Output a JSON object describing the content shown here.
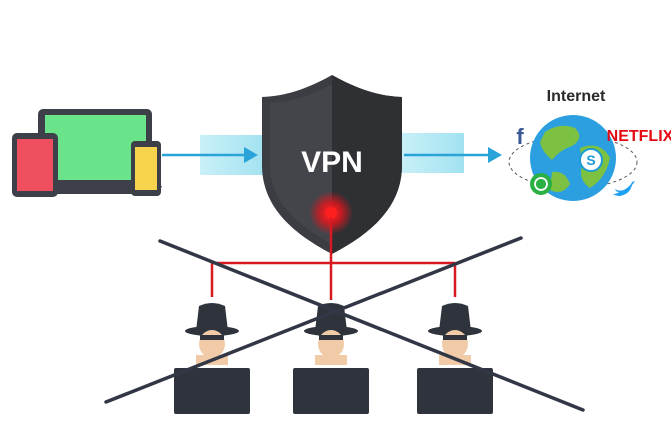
{
  "shield": {
    "label": "VPN"
  },
  "internet": {
    "label": "Internet",
    "services": {
      "facebook": "f",
      "netflix": "NETFLIX",
      "skype": "S"
    }
  },
  "icons": {
    "devices": [
      "laptop-icon",
      "tablet-icon",
      "phone-icon"
    ],
    "hackers": [
      "hacker-icon",
      "hacker-icon",
      "hacker-icon"
    ],
    "services": [
      "facebook-icon",
      "netflix-icon",
      "skype-icon",
      "whatsapp-icon",
      "twitter-icon"
    ]
  },
  "colors": {
    "tablet": "#ef4f5e",
    "laptop_screen": "#6be38a",
    "phone_screen": "#f7d44c",
    "device_frame": "#3d4048",
    "shield_dark": "#3b3d42",
    "shield_light": "#55585e",
    "tunnel": "#a9e6f2",
    "arrow": "#2aa3d9",
    "alert_red": "#e3161c",
    "cross": "#323745",
    "globe_ocean": "#2b9fe0",
    "globe_land": "#7cc142",
    "netflix": "#e50914",
    "facebook": "#3b5998",
    "whatsapp": "#2ab043",
    "twitter": "#1da1f2",
    "hacker_face": "#f1cba8"
  }
}
